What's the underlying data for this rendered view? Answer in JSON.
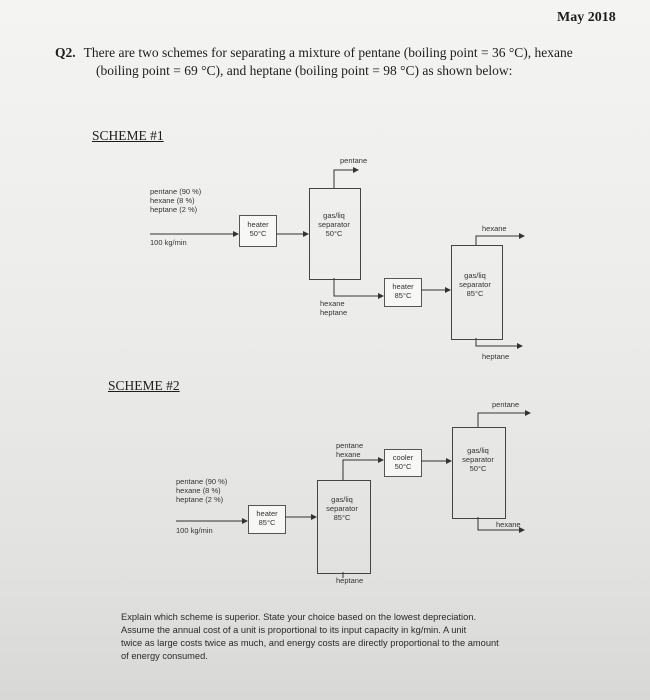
{
  "header": {
    "date": "May 2018"
  },
  "question": {
    "number": "Q2.",
    "line1": "There are two schemes for separating a mixture of pentane (boiling point = 36 °C), hexane",
    "line2": "(boiling point = 69 °C), and heptane (boiling point = 98 °C) as shown below:"
  },
  "scheme1": {
    "title": "SCHEME #1",
    "feed": [
      "pentane (90 %)",
      "hexane (8 %)",
      "heptane (2 %)"
    ],
    "flow": "100 kg/min",
    "heater1": [
      "heater",
      "50°C"
    ],
    "separator1": [
      "gas/liq",
      "separator",
      "50°C"
    ],
    "top1": "pentane",
    "bottom1": [
      "hexane",
      "heptane"
    ],
    "heater2": [
      "heater",
      "85°C"
    ],
    "separator2": [
      "gas/liq",
      "separator",
      "85°C"
    ],
    "top2": "hexane",
    "bottom2": "heptane"
  },
  "scheme2": {
    "title": "SCHEME #2",
    "feed": [
      "pentane (90 %)",
      "hexane (8 %)",
      "heptane (2 %)"
    ],
    "flow": "100 kg/min",
    "heater1": [
      "heater",
      "85°C"
    ],
    "separator1": [
      "gas/liq",
      "separator",
      "85°C"
    ],
    "top1": [
      "pentane",
      "hexane"
    ],
    "bottom1": "heptane",
    "cooler": [
      "cooler",
      "50°C"
    ],
    "separator2": [
      "gas/liq",
      "separator",
      "50°C"
    ],
    "top2": "pentane",
    "bottom2": "hexane"
  },
  "explain": {
    "line1": "Explain which scheme is superior. State your choice based on the lowest depreciation.",
    "line2": "Assume the annual cost of a unit is proportional to its input capacity in kg/min. A unit",
    "line3": "twice as large costs twice as much, and energy costs are directly proportional to the amount",
    "line4": "of energy consumed."
  }
}
